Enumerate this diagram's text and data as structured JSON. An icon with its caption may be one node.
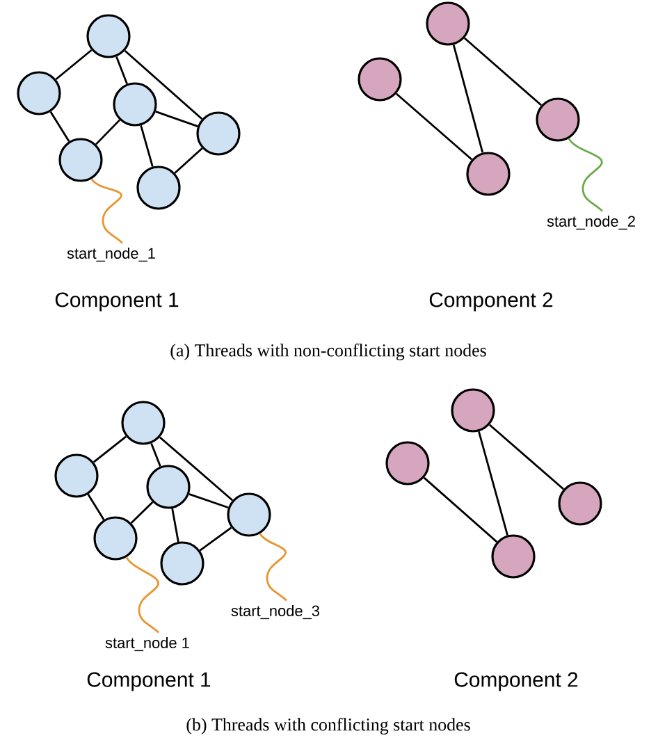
{
  "diagram": {
    "nodes": [
      {
        "text": [],
        "shape": "circle"
      },
      {
        "text": [],
        "shape": "circle"
      },
      {
        "text": [],
        "shape": "circle"
      },
      {
        "text": [],
        "shape": "circle"
      },
      {
        "text": [],
        "shape": "circle"
      },
      {
        "text": [],
        "shape": "circle"
      },
      {
        "text": [],
        "shape": "circle"
      },
      {
        "text": [],
        "shape": "circle"
      },
      {
        "text": [],
        "shape": "circle"
      },
      {
        "text": [],
        "shape": "circle"
      },
      {
        "text": [
          "start_node_1"
        ]
      },
      {
        "text": [
          "start_node_2"
        ]
      },
      {
        "text": [],
        "shape": "circle"
      },
      {
        "text": [],
        "shape": "circle"
      },
      {
        "text": [],
        "shape": "circle"
      },
      {
        "text": [],
        "shape": "circle"
      },
      {
        "text": [],
        "shape": "circle"
      },
      {
        "text": [],
        "shape": "circle"
      },
      {
        "text": [],
        "shape": "circle"
      },
      {
        "text": [],
        "shape": "circle"
      },
      {
        "text": [],
        "shape": "circle"
      },
      {
        "text": [],
        "shape": "circle"
      },
      {
        "text": [
          "start_node 1"
        ]
      },
      {
        "text": [
          "start_node_3"
        ]
      }
    ],
    "edges": [
      {
        "from": 0,
        "to": 1,
        "arrow": "none"
      },
      {
        "from": 0,
        "to": 2,
        "arrow": "none"
      },
      {
        "from": 0,
        "to": 3,
        "arrow": "none"
      },
      {
        "from": 1,
        "to": 4,
        "arrow": "none"
      },
      {
        "from": 2,
        "to": 4,
        "arrow": "none"
      },
      {
        "from": 2,
        "to": 3,
        "arrow": "none"
      },
      {
        "from": 2,
        "to": 5,
        "arrow": "none"
      },
      {
        "from": 5,
        "to": 3,
        "arrow": "none"
      },
      {
        "from": 7,
        "to": 8,
        "arrow": "none"
      },
      {
        "from": 6,
        "to": 8,
        "arrow": "none"
      },
      {
        "from": 6,
        "to": 9,
        "arrow": "none"
      },
      {
        "from": 10,
        "to": 4,
        "arrow": "none",
        "color": "#e8952f"
      },
      {
        "from": 11,
        "to": 9,
        "arrow": "none",
        "color": "#6aaa4a"
      },
      {
        "from": 12,
        "to": 13,
        "arrow": "none"
      },
      {
        "from": 12,
        "to": 14,
        "arrow": "none"
      },
      {
        "from": 12,
        "to": 15,
        "arrow": "none"
      },
      {
        "from": 13,
        "to": 16,
        "arrow": "none"
      },
      {
        "from": 14,
        "to": 16,
        "arrow": "none"
      },
      {
        "from": 14,
        "to": 15,
        "arrow": "none"
      },
      {
        "from": 14,
        "to": 17,
        "arrow": "none"
      },
      {
        "from": 17,
        "to": 15,
        "arrow": "none"
      },
      {
        "from": 18,
        "to": 20,
        "arrow": "none"
      },
      {
        "from": 19,
        "to": 20,
        "arrow": "none"
      },
      {
        "from": 18,
        "to": 21,
        "arrow": "none"
      },
      {
        "from": 22,
        "to": 16,
        "arrow": "none",
        "color": "#e8952f"
      },
      {
        "from": 23,
        "to": 15,
        "arrow": "none",
        "color": "#e8952f"
      }
    ],
    "labels": [
      "Component 1",
      "Component 2",
      "(a)  Threads with non-conflicting start nodes",
      "Component 1",
      "Component 2",
      "(b)  Threads with conflicting start nodes"
    ]
  }
}
